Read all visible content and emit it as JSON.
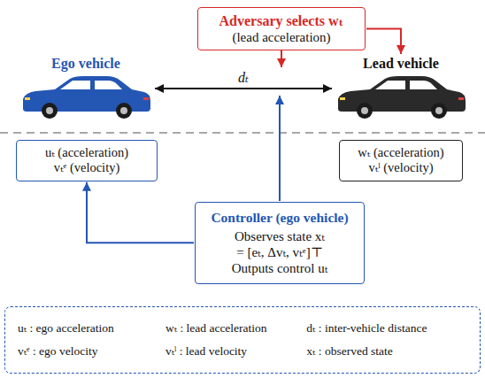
{
  "diagram": {
    "nodes": [
      {
        "text": [
          "Adversary selects wₜ",
          "(lead acceleration)"
        ]
      },
      {
        "text": [
          "Ego vehicle"
        ]
      },
      {
        "text": [
          "Lead vehicle"
        ]
      },
      {
        "text": [
          "uₜ (acceleration)",
          "vₜᵉ (velocity)"
        ]
      },
      {
        "text": [
          "wₜ (acceleration)",
          "vₜˡ (velocity)"
        ]
      },
      {
        "text": [
          "Controller (ego vehicle)",
          "Observes state xₜ",
          "= [eₜ, Δvₜ, vₜᵉ]⊤",
          "Outputs control uₜ"
        ]
      },
      {
        "text": [
          "uₜ : ego acceleration",
          "wₜ : lead acceleration",
          "dₜ : inter-vehicle distance",
          "vₜᵉ : ego velocity",
          "vₜˡ : lead velocity",
          "xₜ : observed state"
        ]
      }
    ],
    "edges": [
      {
        "from": 1,
        "to": 2,
        "arrow": "both",
        "label": "dₜ"
      },
      {
        "from": 0,
        "to": 2,
        "arrow": "to"
      },
      {
        "from": 5,
        "to": 3,
        "arrow": "to"
      }
    ]
  }
}
